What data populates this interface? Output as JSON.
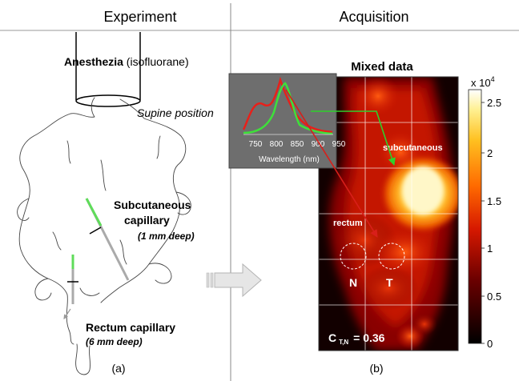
{
  "headers": {
    "left": "Experiment",
    "right": "Acquisition"
  },
  "experiment": {
    "anesthesia_bold": "Anesthezia",
    "anesthesia_rest": " (isofluorane)",
    "position": "Supine position",
    "subcutaneous_line1": "Subcutaneous",
    "subcutaneous_line2": "capillary",
    "subcutaneous_depth": "(1 mm deep)",
    "rectum_label": "Rectum capillary",
    "rectum_depth": "(6 mm deep)"
  },
  "acquisition": {
    "title": "Mixed data",
    "label_subcutaneous": "subcutaneous",
    "label_rectum": "rectum",
    "roi_n": "N",
    "roi_t": "T",
    "contrast_symbol": "C",
    "contrast_subscript": "T,N",
    "contrast_value": "= 0.36",
    "colorbar_multiplier": "x 10",
    "colorbar_exponent": "4",
    "colorbar_ticks": [
      "2.5",
      "2",
      "1.5",
      "1",
      "0.5",
      "0"
    ]
  },
  "spectrum_inset": {
    "xlabel": "Wavelength (nm)",
    "ticks": [
      "750",
      "800",
      "850",
      "900",
      "950"
    ],
    "series_colors": [
      "#e8201a",
      "#3ee03a"
    ]
  },
  "captions": {
    "a": "(a)",
    "b": "(b)"
  },
  "colors": {
    "arrow_green": "#2fd02c",
    "arrow_red": "#d81f1a",
    "divider": "#888888"
  }
}
